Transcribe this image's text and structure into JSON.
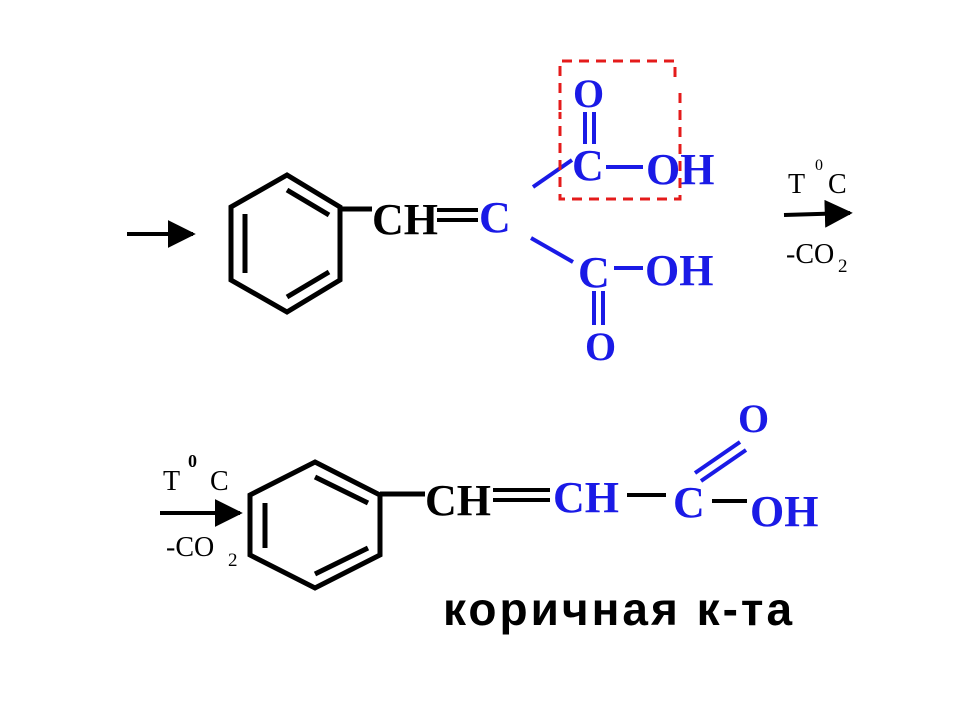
{
  "reaction_top": {
    "reactant": {
      "ch_label": "CH",
      "c_label": "C",
      "acid_upper": {
        "c": "C",
        "o": "O",
        "oh": "OH"
      },
      "acid_lower": {
        "c": "C",
        "o": "O",
        "oh": "OH"
      }
    },
    "conditions": {
      "temp_T": "T",
      "temp_sup": "0",
      "temp_C": "C",
      "co2_prefix": "-CO",
      "co2_sub": "2"
    }
  },
  "reaction_bottom": {
    "conditions": {
      "temp_T": "T",
      "temp_sup": "0",
      "temp_C": "C",
      "co2_prefix": "-CO",
      "co2_sub": "2"
    },
    "product": {
      "ch1_label": "CH",
      "ch2_label": "CH",
      "c_label": "C",
      "o": "O",
      "oh": "OH"
    },
    "product_name": "коричная к-та"
  },
  "colors": {
    "black": "#000000",
    "blue": "#1a1ae6",
    "highlight": "#e41b1b"
  }
}
